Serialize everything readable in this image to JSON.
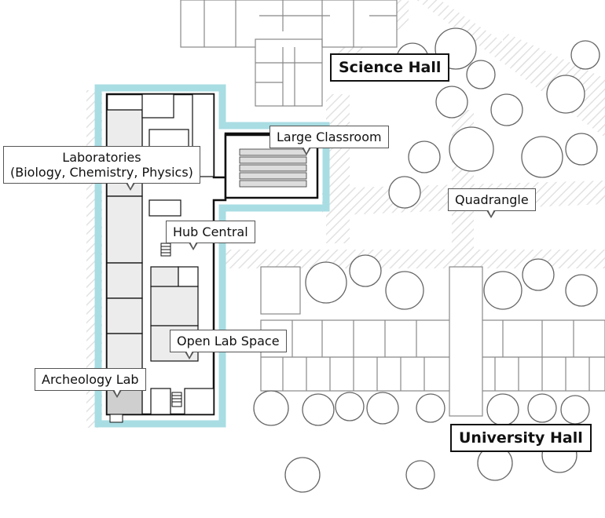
{
  "map": {
    "buildings": [
      {
        "id": "science",
        "label": "Science Hall"
      },
      {
        "id": "university",
        "label": "University Hall"
      }
    ],
    "callouts": [
      {
        "id": "large-classroom",
        "label": "Large Classroom"
      },
      {
        "id": "laboratories",
        "line1": "Laboratories",
        "line2": "(Biology, Chemistry, Physics)"
      },
      {
        "id": "quadrangle",
        "label": "Quadrangle"
      },
      {
        "id": "hub-central",
        "label": "Hub Central"
      },
      {
        "id": "open-lab",
        "label": "Open Lab Space"
      },
      {
        "id": "archeology",
        "label": "Archeology Lab"
      }
    ],
    "colors": {
      "highlight": "#a8dde3",
      "wall": "#111111",
      "room_fill": "#ececec",
      "trees": "#666666",
      "hatch": "#e4e4e4"
    }
  }
}
